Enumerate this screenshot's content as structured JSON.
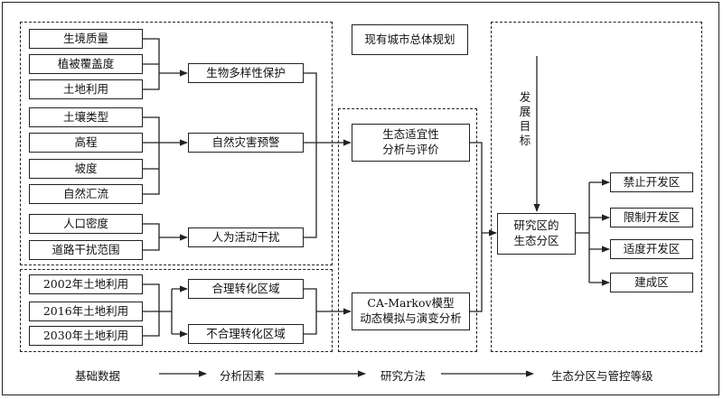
{
  "basic_data": {
    "items": [
      "生境质量",
      "植被覆盖度",
      "土地利用",
      "土壤类型",
      "高程",
      "坡度",
      "自然汇流",
      "人口密度",
      "道路干扰范围"
    ],
    "years": [
      "2002年土地利用",
      "2016年土地利用",
      "2030年土地利用"
    ]
  },
  "factors": {
    "biodiversity": "生物多样性保护",
    "disaster": "自然灾害预警",
    "human": "人为活动干扰",
    "reasonable": "合理转化区域",
    "unreasonable": "不合理转化区域"
  },
  "methods": {
    "suitability": "生态适宜性\n分析与评价",
    "ca_markov": "CA-Markov模型\n动态模拟与演变分析"
  },
  "planning": {
    "master_plan": "现有城市总体规划",
    "dev_goal": "发\n展\n目\n标",
    "study_area": "研究区的\n生态分区"
  },
  "zones": [
    "禁止开发区",
    "限制开发区",
    "适度开发区",
    "建成区"
  ],
  "flow": [
    "基础数据",
    "分析因素",
    "研究方法",
    "生态分区与管控等级"
  ]
}
